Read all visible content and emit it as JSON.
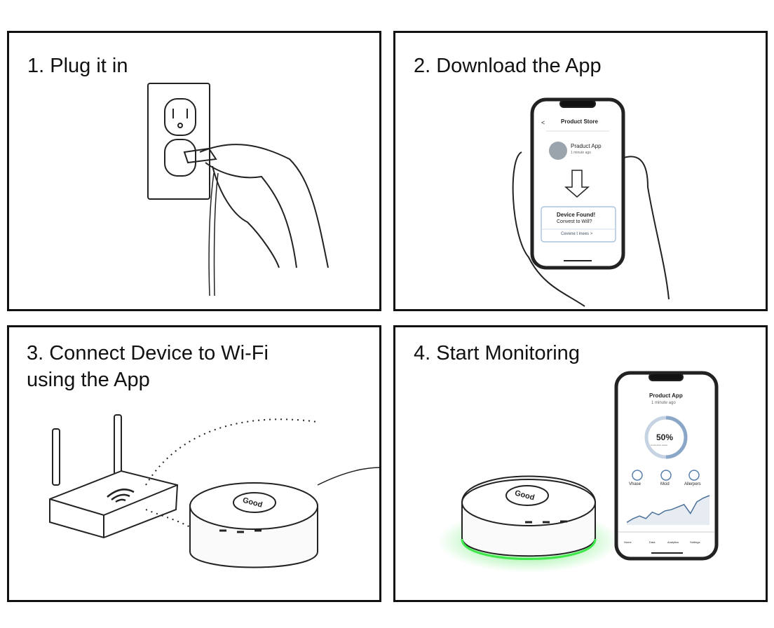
{
  "steps": [
    {
      "title": "1. Plug it in"
    },
    {
      "title": "2. Download the App"
    },
    {
      "title": "3. Connect Device to Wi-Fi\nusing the App"
    },
    {
      "title": "4. Start Monitoring"
    }
  ],
  "phone_store": {
    "header": "Product Store",
    "app_name": "Praduct App",
    "app_sub": "1 minute ago",
    "card_title": "Device Found!",
    "card_sub": "Convest to Will?",
    "card_action": "Cevene t inees >"
  },
  "device": {
    "label": "Good",
    "glow_color": "#3ee84a"
  },
  "phone_monitor": {
    "header": "Product App",
    "sub": "1 minute ago",
    "gauge_value": "50%",
    "gauge_fraction": 0.5,
    "gauge_caption": "Connection status",
    "metrics": [
      "Vhase",
      "Mcid",
      "Allerpers"
    ],
    "chart_series": [
      2,
      5,
      7,
      5,
      10,
      8,
      11,
      12,
      14,
      16,
      9,
      18,
      21,
      23
    ],
    "tabs": [
      "Home",
      "Data",
      "Analytics",
      "Settings"
    ]
  }
}
